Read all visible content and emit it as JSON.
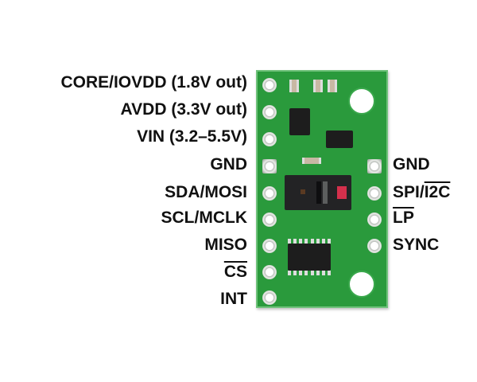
{
  "left_pins": [
    {
      "label": "CORE/IOVDD (1.8V out)"
    },
    {
      "label": "AVDD (3.3V out)"
    },
    {
      "label": "VIN (3.2–5.5V)"
    },
    {
      "label": "GND"
    },
    {
      "label": "SDA/MOSI"
    },
    {
      "label": "SCL/MCLK"
    },
    {
      "label": "MISO"
    },
    {
      "label": "CS",
      "overline": true
    },
    {
      "label": "INT"
    }
  ],
  "right_pins": [
    {
      "label": "GND"
    },
    {
      "label_prefix": "SPI/",
      "label_overline": "I2C"
    },
    {
      "label": "LP",
      "overline": true
    },
    {
      "label": "SYNC"
    }
  ],
  "colors": {
    "board": "#2a9a3c",
    "sensor": "#232325",
    "emitter": "#d4304c",
    "text": "#111111"
  }
}
